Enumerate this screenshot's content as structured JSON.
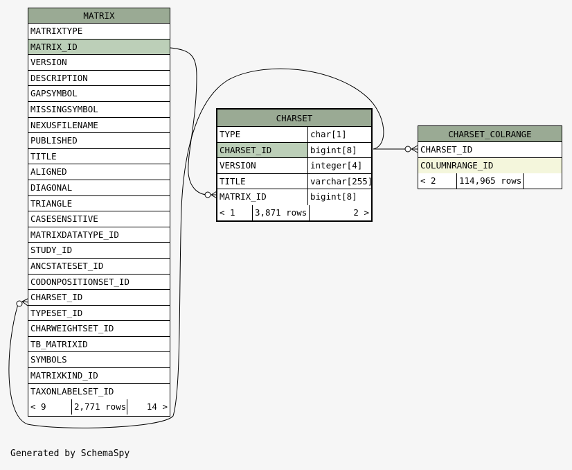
{
  "tables": {
    "matrix": {
      "name": "MATRIX",
      "columns": [
        "MATRIXTYPE",
        "MATRIX_ID",
        "VERSION",
        "DESCRIPTION",
        "GAPSYMBOL",
        "MISSINGSYMBOL",
        "NEXUSFILENAME",
        "PUBLISHED",
        "TITLE",
        "ALIGNED",
        "DIAGONAL",
        "TRIANGLE",
        "CASESENSITIVE",
        "MATRIXDATATYPE_ID",
        "STUDY_ID",
        "ANCSTATESET_ID",
        "CODONPOSITIONSET_ID",
        "CHARSET_ID",
        "TYPESET_ID",
        "CHARWEIGHTSET_ID",
        "TB_MATRIXID",
        "SYMBOLS",
        "MATRIXKIND_ID",
        "TAXONLABELSET_ID"
      ],
      "primary_key": "MATRIX_ID",
      "footer": {
        "parents": "< 9",
        "rows": "2,771 rows",
        "children": "14 >"
      }
    },
    "charset": {
      "name": "CHARSET",
      "columns": [
        {
          "name": "TYPE",
          "type": "char[1]"
        },
        {
          "name": "CHARSET_ID",
          "type": "bigint[8]"
        },
        {
          "name": "VERSION",
          "type": "integer[4]"
        },
        {
          "name": "TITLE",
          "type": "varchar[255]"
        },
        {
          "name": "MATRIX_ID",
          "type": "bigint[8]"
        }
      ],
      "primary_key": "CHARSET_ID",
      "footer": {
        "parents": "< 1",
        "rows": "3,871 rows",
        "children": "2 >"
      }
    },
    "charset_colrange": {
      "name": "CHARSET_COLRANGE",
      "columns": [
        "CHARSET_ID",
        "COLUMNRANGE_ID"
      ],
      "foreign_key_highlight": "COLUMNRANGE_ID",
      "footer": {
        "parents": "< 2",
        "rows": "114,965 rows"
      }
    }
  },
  "relationships": [
    {
      "from": "CHARSET.MATRIX_ID",
      "to": "MATRIX.MATRIX_ID"
    },
    {
      "from": "MATRIX.CHARSET_ID",
      "to": "CHARSET.CHARSET_ID"
    },
    {
      "from": "CHARSET_COLRANGE.CHARSET_ID",
      "to": "CHARSET.CHARSET_ID"
    }
  ],
  "footer_text": "Generated by SchemaSpy",
  "colors": {
    "header": "#9aaa94",
    "primary_key": "#bccfb8",
    "foreign_key": "#f4f6dc",
    "background": "#f6f6f6"
  }
}
